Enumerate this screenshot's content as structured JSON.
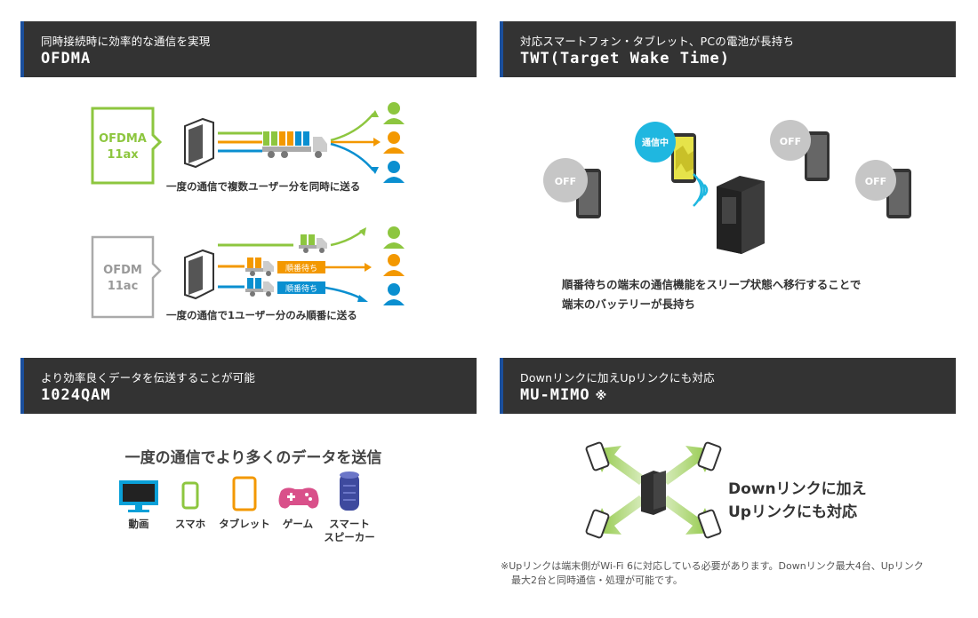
{
  "sections": [
    {
      "subtitle": "同時接続時に効率的な通信を実現",
      "title": "OFDMA",
      "note_mark": ""
    },
    {
      "subtitle": "対応スマートフォン・タブレット、PCの電池が長持ち",
      "title": "TWT(Target Wake Time)",
      "note_mark": ""
    },
    {
      "subtitle": "より効率良くデータを伝送することが可能",
      "title": "1024QAM",
      "note_mark": ""
    },
    {
      "subtitle": "Downリンクに加えUpリンクにも対応",
      "title": "MU-MIMO",
      "note_mark": "※"
    }
  ],
  "ofdma": {
    "new_badge_line1": "OFDMA",
    "new_badge_line2": "11ax",
    "new_caption": "一度の通信で複数ユーザー分を同時に送る",
    "old_badge_line1": "OFDM",
    "old_badge_line2": "11ac",
    "old_caption": "一度の通信で1ユーザー分のみ順番に送る",
    "wait_label_1": "順番待ち",
    "wait_label_2": "順番待ち"
  },
  "twt": {
    "active_label": "通信中",
    "off_label_1": "OFF",
    "off_label_2": "OFF",
    "off_label_3": "OFF",
    "caption_line1": "順番待ちの端末の通信機能をスリープ状態へ移行することで",
    "caption_line2": "端末のバッテリーが長持ち"
  },
  "qam": {
    "heading": "一度の通信でより多くのデータを送信",
    "devices": [
      {
        "label": "動画",
        "label2": "",
        "icon": "monitor-icon",
        "color": "#0aa0d8"
      },
      {
        "label": "スマホ",
        "label2": "",
        "icon": "smartphone-icon",
        "color": "#8dc63f"
      },
      {
        "label": "タブレット",
        "label2": "",
        "icon": "tablet-icon",
        "color": "#f39800"
      },
      {
        "label": "ゲーム",
        "label2": "",
        "icon": "gamepad-icon",
        "color": "#d9508a"
      },
      {
        "label": "スマート",
        "label2": "スピーカー",
        "icon": "smart-speaker-icon",
        "color": "#3e4a9e"
      }
    ]
  },
  "mumimo": {
    "caption_line1": "Downリンクに加え",
    "caption_line2": "Upリンクにも対応"
  },
  "footnote": {
    "line1": "※Upリンクは端末側がWi-Fi 6に対応している必要があります。Downリンク最大4台、Upリンク",
    "line2": "最大2台と同時通信・処理が可能です。"
  },
  "colors": {
    "header_bg": "#333333",
    "header_accent": "#1b4f9c",
    "green": "#8dc63f",
    "orange": "#f39800",
    "blue": "#0a8fd0",
    "cyan": "#1fb7e0",
    "gray": "#aaaaaa"
  }
}
